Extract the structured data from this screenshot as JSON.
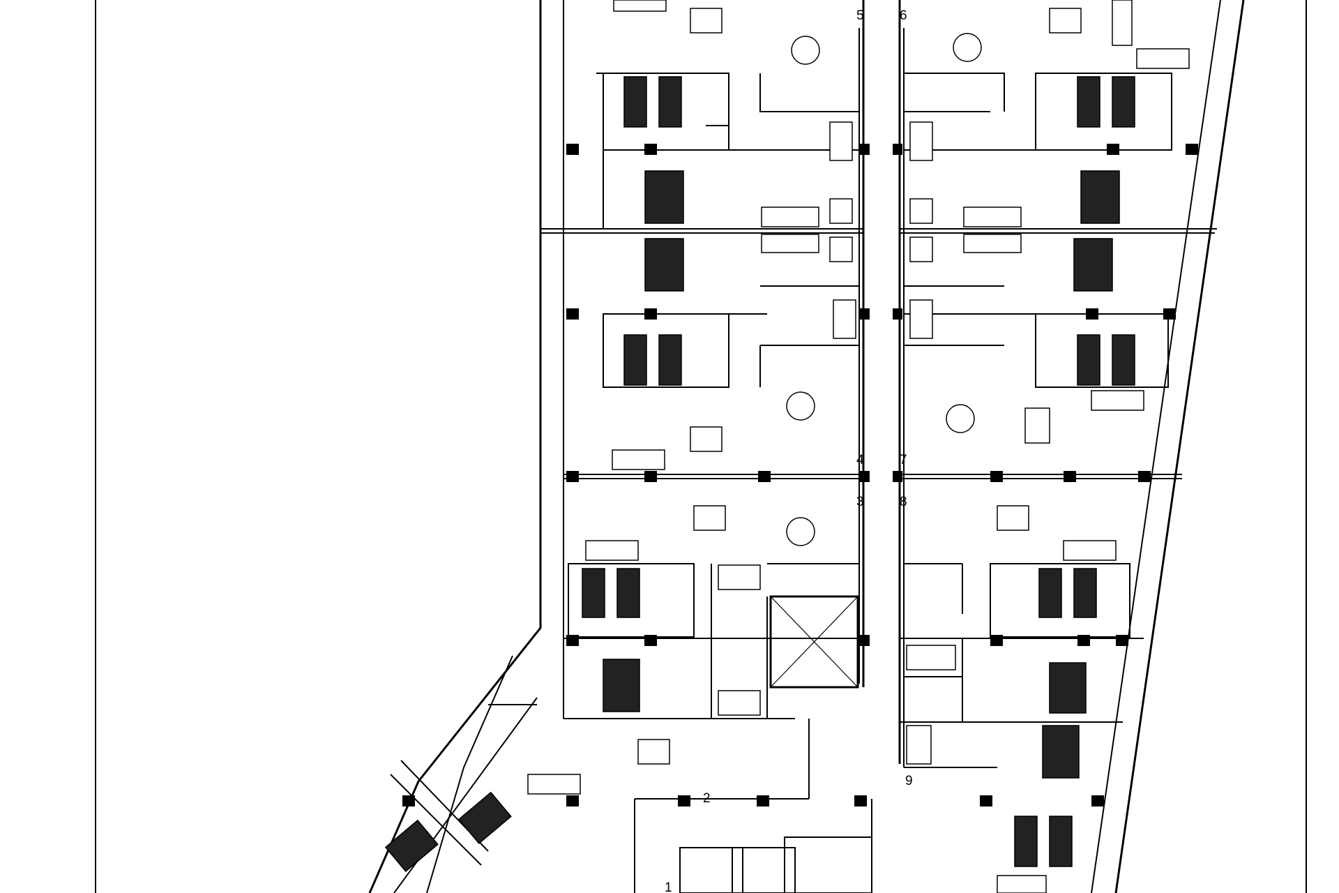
{
  "plan": {
    "unit_labels": [
      {
        "id": "u1",
        "text": "1"
      },
      {
        "id": "u2",
        "text": "2"
      },
      {
        "id": "u3",
        "text": "3"
      },
      {
        "id": "u4",
        "text": "4"
      },
      {
        "id": "u5",
        "text": "5"
      },
      {
        "id": "u6",
        "text": "6"
      },
      {
        "id": "u7",
        "text": "7"
      },
      {
        "id": "u8",
        "text": "8"
      },
      {
        "id": "u9",
        "text": "9"
      }
    ]
  }
}
